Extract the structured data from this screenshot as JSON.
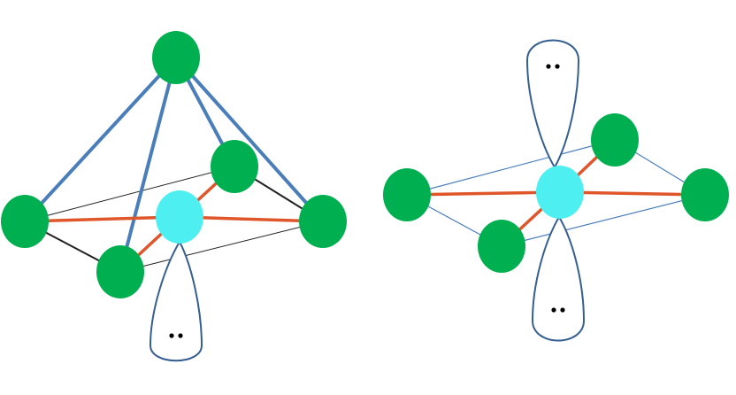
{
  "colors": {
    "ligand_atom": "#00B050",
    "central_atom": "#4DEFF1",
    "axial_bond": "#4A7EBB",
    "equatorial_bond": "#E0562B",
    "plane_edge_dark": "#222222",
    "plane_edge_blue": "#4A7EBB",
    "lone_pair_outline": "#365F91",
    "lone_pair_dots": "#000000"
  },
  "molecules": [
    {
      "id": "square-pyramidal",
      "atoms": {
        "ligands": 5,
        "central": 1
      },
      "lone_pairs": 1
    },
    {
      "id": "square-planar",
      "atoms": {
        "ligands": 4,
        "central": 1
      },
      "lone_pairs": 2
    }
  ]
}
